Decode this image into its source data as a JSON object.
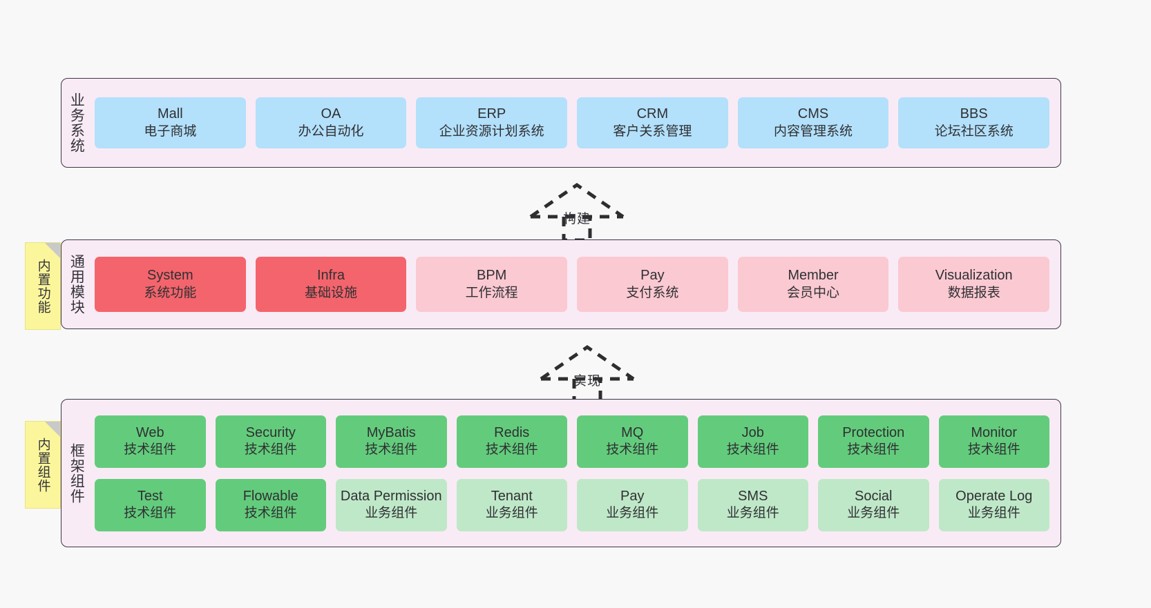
{
  "diagram": {
    "background": "#f8f8f8",
    "layer_fill": "#f9ebf5",
    "layer_border": "#3c3646",
    "note_fill": "#fbf69b",
    "colors": {
      "business": "#b3e0fb",
      "module_core": "#f4646c",
      "module_optional": "#fbc9d2",
      "component_tech": "#63cc7c",
      "component_business": "#bfe8c8"
    }
  },
  "layers": {
    "business": {
      "title": "业务系统",
      "items": [
        {
          "en": "Mall",
          "cn": "电子商城"
        },
        {
          "en": "OA",
          "cn": "办公自动化"
        },
        {
          "en": "ERP",
          "cn": "企业资源计划系统"
        },
        {
          "en": "CRM",
          "cn": "客户关系管理"
        },
        {
          "en": "CMS",
          "cn": "内容管理系统"
        },
        {
          "en": "BBS",
          "cn": "论坛社区系统"
        }
      ]
    },
    "modules": {
      "title": "通用模块",
      "note": "内置功能",
      "items": [
        {
          "en": "System",
          "cn": "系统功能",
          "variant": "core"
        },
        {
          "en": "Infra",
          "cn": "基础设施",
          "variant": "core"
        },
        {
          "en": "BPM",
          "cn": "工作流程",
          "variant": "optional"
        },
        {
          "en": "Pay",
          "cn": "支付系统",
          "variant": "optional"
        },
        {
          "en": "Member",
          "cn": "会员中心",
          "variant": "optional"
        },
        {
          "en": "Visualization",
          "cn": "数据报表",
          "variant": "optional"
        }
      ]
    },
    "framework": {
      "title": "框架组件",
      "note": "内置组件",
      "row1": [
        {
          "en": "Web",
          "cn": "技术组件",
          "variant": "tech"
        },
        {
          "en": "Security",
          "cn": "技术组件",
          "variant": "tech"
        },
        {
          "en": "MyBatis",
          "cn": "技术组件",
          "variant": "tech"
        },
        {
          "en": "Redis",
          "cn": "技术组件",
          "variant": "tech"
        },
        {
          "en": "MQ",
          "cn": "技术组件",
          "variant": "tech"
        },
        {
          "en": "Job",
          "cn": "技术组件",
          "variant": "tech"
        },
        {
          "en": "Protection",
          "cn": "技术组件",
          "variant": "tech"
        },
        {
          "en": "Monitor",
          "cn": "技术组件",
          "variant": "tech"
        }
      ],
      "row2": [
        {
          "en": "Test",
          "cn": "技术组件",
          "variant": "tech"
        },
        {
          "en": "Flowable",
          "cn": "技术组件",
          "variant": "tech"
        },
        {
          "en": "Data Permission",
          "cn": "业务组件",
          "variant": "business"
        },
        {
          "en": "Tenant",
          "cn": "业务组件",
          "variant": "business"
        },
        {
          "en": "Pay",
          "cn": "业务组件",
          "variant": "business"
        },
        {
          "en": "SMS",
          "cn": "业务组件",
          "variant": "business"
        },
        {
          "en": "Social",
          "cn": "业务组件",
          "variant": "business"
        },
        {
          "en": "Operate Log",
          "cn": "业务组件",
          "variant": "business"
        }
      ]
    }
  },
  "connectors": [
    {
      "id": "build",
      "label": "构建"
    },
    {
      "id": "implement",
      "label": "实现"
    }
  ]
}
